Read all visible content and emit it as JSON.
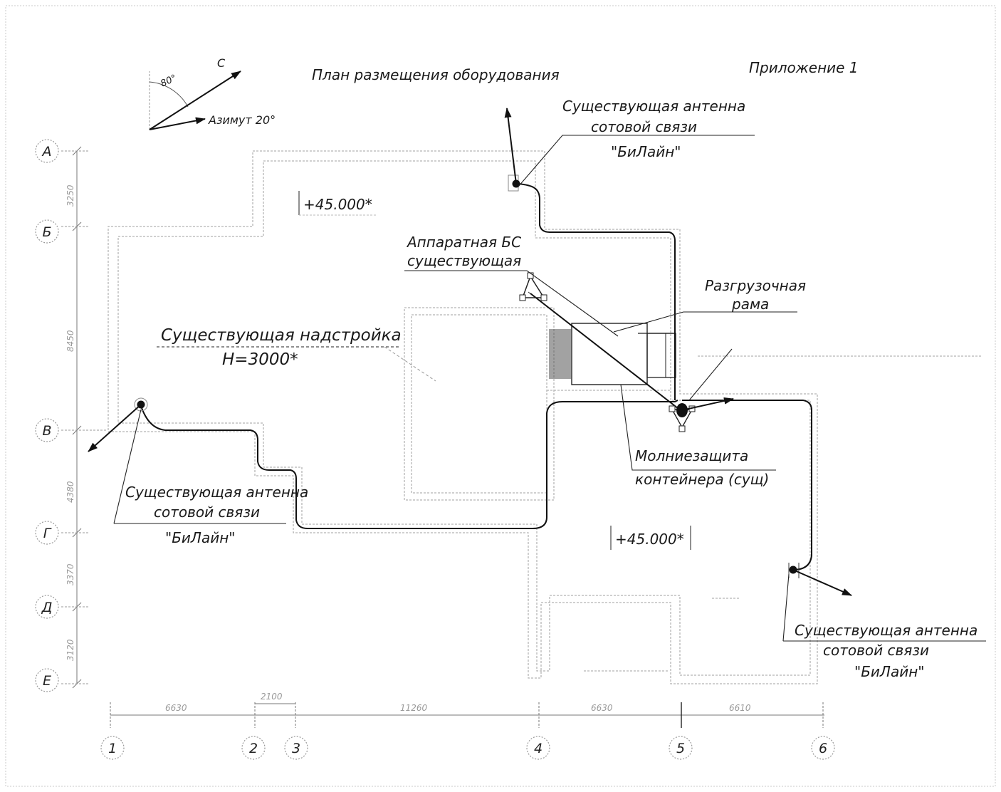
{
  "title": "План размещения оборудования",
  "appendix": "Приложение 1",
  "compass": {
    "north_label": "С",
    "angle_label": "80°",
    "azimuth_label": "Азимут 20°"
  },
  "elevations": [
    "+45.000*",
    "+45.000*"
  ],
  "superstructure": {
    "line1": "Существующая надстройка",
    "line2": "H=3000*"
  },
  "bs_room": {
    "line1": "Аппаратная БС",
    "line2": "существующая"
  },
  "unloading_frame": {
    "line1": "Разгрузочная",
    "line2": "рама"
  },
  "lightning": {
    "line1": "Молниезащита",
    "line2": "контейнера (сущ)"
  },
  "antennas": [
    {
      "line1": "Существующая антенна",
      "line2": "сотовой связи",
      "line3": "\"БиЛайн\""
    },
    {
      "line1": "Существующая антенна",
      "line2": "сотовой связи",
      "line3": "\"БиЛайн\""
    },
    {
      "line1": "Существующая антенна",
      "line2": "сотовой связи",
      "line3": "\"БиЛайн\""
    }
  ],
  "row_axes": [
    "А",
    "Б",
    "В",
    "Г",
    "Д",
    "Е"
  ],
  "column_axes": [
    "1",
    "2",
    "3",
    "4",
    "5",
    "6"
  ],
  "vertical_dims": [
    "3250",
    "8450",
    "4380",
    "3370",
    "3120"
  ],
  "horizontal_dims": [
    "6630",
    "2100",
    "11260",
    "6630",
    "6610"
  ]
}
